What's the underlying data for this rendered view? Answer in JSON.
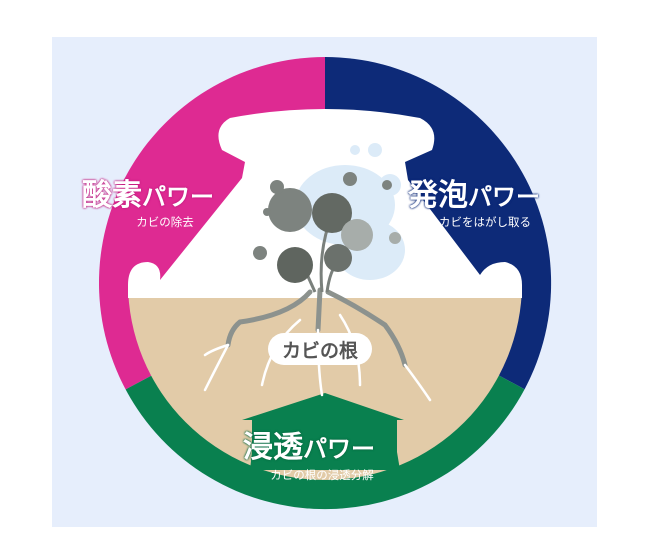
{
  "colors": {
    "background": "#e6eefc",
    "oxygen": "#de2a92",
    "foam": "#0d2a78",
    "penetration": "#09804f",
    "soil": "#e2cba8",
    "mold": "#6b716c"
  },
  "segments": [
    {
      "title_kanji": "酸素",
      "title_kana": "パワー",
      "subtitle": "カビの除去"
    },
    {
      "title_kanji": "発泡",
      "title_kana": "パワー",
      "subtitle": "カビをはがし取る"
    },
    {
      "title_kanji": "浸透",
      "title_kana": "パワー",
      "subtitle": "カビの根の浸透分解"
    }
  ],
  "center_label": "カビの根"
}
